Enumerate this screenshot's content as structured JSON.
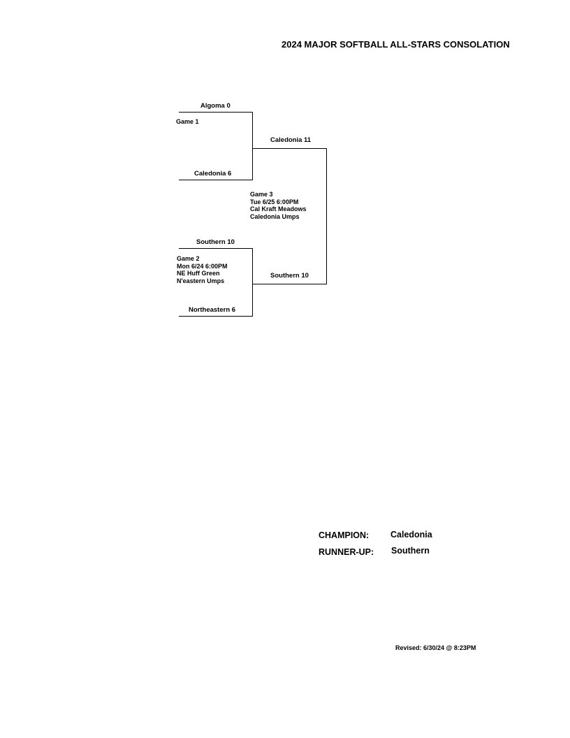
{
  "title": "2024 MAJOR SOFTBALL ALL-STARS CONSOLATION",
  "round1": {
    "game1": {
      "top_team": "Algoma  0",
      "bottom_team": "Caledonia  6",
      "label": "Game 1"
    },
    "game2": {
      "top_team": "Southern  10",
      "bottom_team": "Northeastern  6",
      "label": "Game 2",
      "date": "Mon  6/24  6:00PM",
      "location": "NE Huff Green",
      "umps": "N'eastern Umps"
    }
  },
  "round2": {
    "game3": {
      "top_team": "Caledonia  11",
      "bottom_team": "Southern  10",
      "label": "Game 3",
      "date": "Tue  6/25  6:00PM",
      "location": "Cal Kraft Meadows",
      "umps": "Caledonia Umps"
    }
  },
  "results": {
    "champion_label": "CHAMPION:",
    "champion": "Caledonia",
    "runnerup_label": "RUNNER-UP:",
    "runnerup": "Southern"
  },
  "revised": "Revised:  6/30/24 @  8:23PM"
}
